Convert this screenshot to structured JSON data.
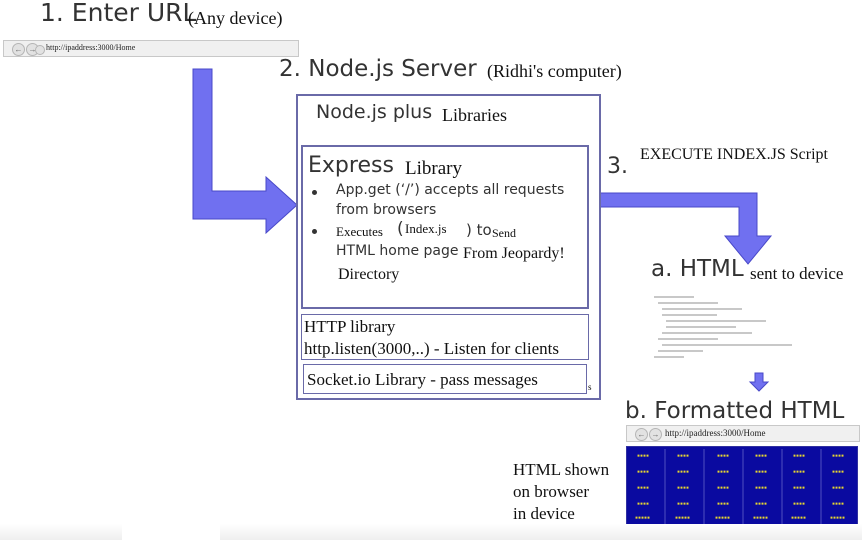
{
  "step1": {
    "title": "1. Enter URL",
    "note": "(Any device)"
  },
  "browser": {
    "url": "http://ipaddress:3000/Home"
  },
  "step2": {
    "title": "2. Node.js Server",
    "note": "(Ridhi's computer)"
  },
  "outer_box": {
    "heading_sans": "Node.js plus",
    "heading_serif": "Libraries"
  },
  "express": {
    "title_sans": "Express",
    "title_serif": "Library",
    "bullet1_line1": "App.get (‘/’) accepts all requests",
    "bullet1_line2": "from browsers",
    "bullet2_executes": "Executes",
    "bullet2_open_paren": "(",
    "bullet2_indexjs": "Index.js",
    "bullet2_close_to": ") to",
    "bullet2_send": "Send",
    "line3_sans": "HTML home page",
    "line3_serif": "From Jeopardy!",
    "line4": "Directory"
  },
  "http_box": {
    "line1": "HTTP library",
    "line2": "http.listen(3000,..) - Listen for clients"
  },
  "socket_box": {
    "text": "Socket.io Library - pass messages",
    "trailing": "s"
  },
  "step3": {
    "number": "3.",
    "text": "EXECUTE  INDEX.JS Script"
  },
  "step_a": {
    "label": "a. HTML",
    "text": "sent to device"
  },
  "step_b": {
    "label": "b. Formatted HTML"
  },
  "browser2": {
    "url": "http://ipaddress:3000/Home"
  },
  "caption": {
    "line1": "HTML shown",
    "line2": "on browser",
    "line3": "in device"
  },
  "colors": {
    "arrow_fill": "#7070f0",
    "arrow_stroke": "#4848c8",
    "box_border": "#6a6aa8",
    "grid_bg": "#0a0aa0",
    "grid_text": "#e8d830"
  }
}
